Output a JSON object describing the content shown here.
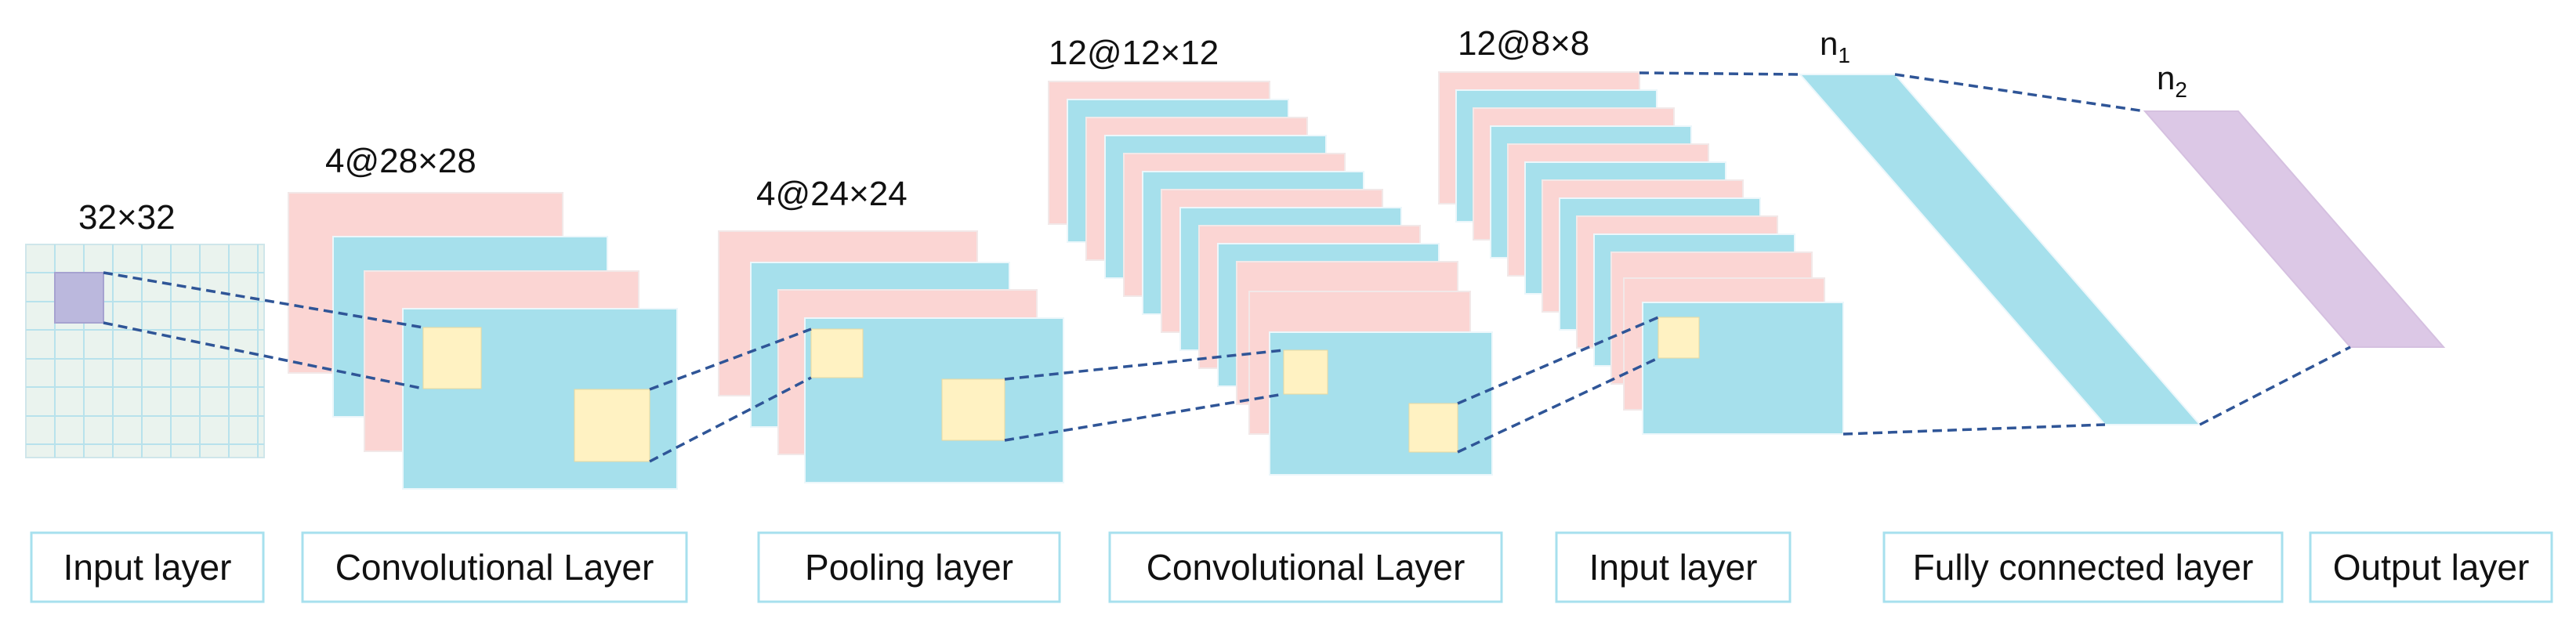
{
  "dimension_labels": {
    "input": "32×32",
    "conv1": "4@28×28",
    "pool1": "4@24×24",
    "conv2": "12@12×12",
    "pool2": "12@8×8"
  },
  "neurons": {
    "fc": {
      "base": "n",
      "sub": "1"
    },
    "output": {
      "base": "n",
      "sub": "2"
    }
  },
  "layers": [
    "Input layer",
    "Convolutional Layer",
    "Pooling layer",
    "Convolutional Layer",
    "Input layer",
    "Fully connected layer",
    "Output layer"
  ],
  "colors": {
    "feature_map_pink": "#fbd5d3",
    "feature_map_blue": "#a6e0ec",
    "kernel": "#fff2c2",
    "input_grid": "#eaf3ee",
    "input_patch": "#bbb8dd",
    "fully_connected": "#a6e0ec",
    "output": "#dcc8e6",
    "connector": "#2f5597"
  }
}
